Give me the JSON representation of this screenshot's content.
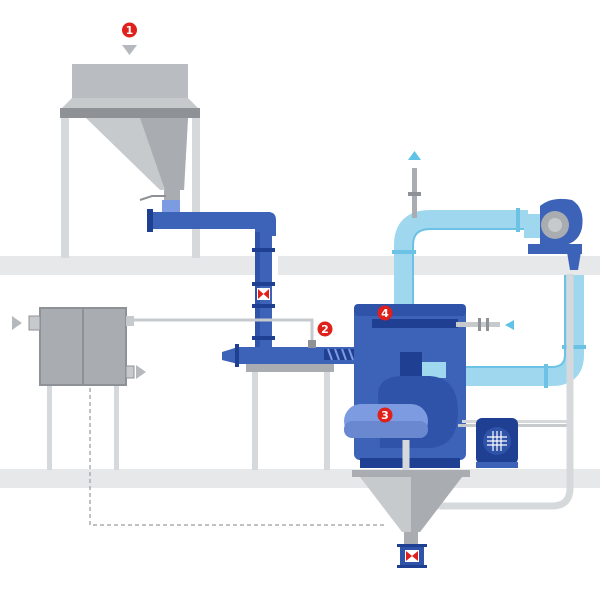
{
  "colors": {
    "background": "#ffffff",
    "floor": "#e6e8ea",
    "frame": "#d6d9dc",
    "steel_light": "#c7cacd",
    "steel_mid": "#a9adb1",
    "steel_dark": "#8e9296",
    "blue_pipe": "#3c63b8",
    "blue_dark": "#1f3f92",
    "blue_body": "#2f53a8",
    "blue_light": "#7d9be0",
    "cyan_pipe": "#9fd8ee",
    "cyan_dark": "#6cc2e4",
    "marker": "#e0201a",
    "valve_red": "#e0201a",
    "dashed_line": "#a9adb1",
    "arrow": "#b5b9bd",
    "arrow_cyan": "#5ec3e6"
  },
  "markers": [
    {
      "id": "marker-1",
      "label": "1",
      "component": "feed-hopper"
    },
    {
      "id": "marker-2",
      "label": "2",
      "component": "screw-feeder"
    },
    {
      "id": "marker-3",
      "label": "3",
      "component": "mill-rotor"
    },
    {
      "id": "marker-4",
      "label": "4",
      "component": "classifier-housing"
    }
  ],
  "icons": [
    "feed-arrow-icon",
    "inlet-arrow-icon",
    "outlet-arrow-icon",
    "air-inlet-arrow-icon",
    "exhaust-arrow-icon",
    "valve-icon",
    "motor-icon",
    "fan-icon"
  ]
}
